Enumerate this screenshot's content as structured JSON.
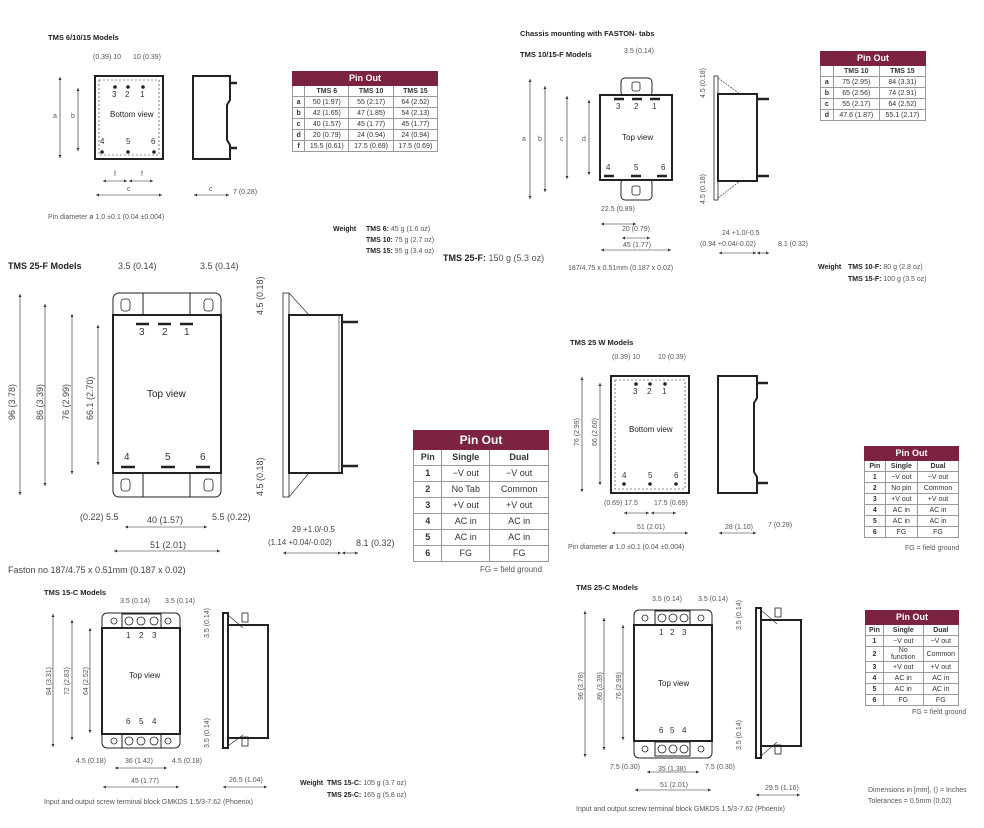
{
  "tms6": {
    "title": "TMS 6/10/15 Models",
    "view_label": "Bottom view",
    "pins_top": [
      "3",
      "2",
      "1"
    ],
    "pins_bottom": [
      "4",
      "5",
      "6"
    ],
    "dims": [
      "(0.39) 10",
      "10 (0.39)",
      "a",
      "b",
      "f",
      "f",
      "c",
      "c",
      "7 (0.28)"
    ],
    "pin_diameter": "Pin diameter ø 1.0 ±0.1 (0.04 ±0.004)"
  },
  "table1": {
    "header": "Pin Out",
    "columns": [
      "",
      "TMS 6",
      "TMS 10",
      "TMS 15"
    ],
    "rows": [
      [
        "a",
        "50 (1.97)",
        "55 (2.17)",
        "64 (2.52)"
      ],
      [
        "b",
        "42 (1.65)",
        "47 (1.85)",
        "54 (2.13)"
      ],
      [
        "c",
        "40 (1.57)",
        "45 (1.77)",
        "45 (1.77)"
      ],
      [
        "d",
        "20 (0.79)",
        "24 (0.94)",
        "24 (0.94)"
      ],
      [
        "f",
        "15.5 (0.61)",
        "17.5 (0.69)",
        "17.5 (0.69)"
      ]
    ]
  },
  "weight1": {
    "label": "Weight",
    "lines": [
      [
        "TMS 6:",
        "45 g (1.6 oz)"
      ],
      [
        "TMS 10:",
        "75 g (2.7 oz)"
      ],
      [
        "TMS 15:",
        "95 g (3.4 oz)"
      ]
    ]
  },
  "weight25f": {
    "model": "TMS 25-F:",
    "value": "150 g (5.3 oz)"
  },
  "chassis": {
    "heading": "Chassis mounting with FASTON- tabs",
    "title": "TMS 10/15-F Models",
    "view_label": "Top view",
    "pins_top": [
      "3",
      "2",
      "1"
    ],
    "pins_bottom": [
      "4",
      "5",
      "6"
    ],
    "dims": [
      "3.5 (0.14)",
      "a",
      "b",
      "c",
      "d",
      "22.5 (0.89)",
      "20 (0.79)",
      "45 (1.77)",
      "4.5 (0.18)",
      "4.5 (0.18)",
      "24 +1.0/-0.5",
      "(0.94 +0.04/-0.02)",
      "8.1 (0.32)"
    ],
    "faston": "187/4.75 x 0.51mm (0.187 x 0.02)"
  },
  "table2": {
    "header": "Pin Out",
    "columns": [
      "",
      "TMS 10",
      "TMS 15"
    ],
    "rows": [
      [
        "a",
        "75 (2.95)",
        "84 (3.31)"
      ],
      [
        "b",
        "65 (2.56)",
        "74 (2.91)"
      ],
      [
        "c",
        "55 (2.17)",
        "64 (2.52)"
      ],
      [
        "d",
        "47.6 (1.87)",
        "55.1 (2.17)"
      ]
    ]
  },
  "weight2": {
    "label": "Weight",
    "lines": [
      [
        "TMS 10-F:",
        "80 g (2.8 oz)"
      ],
      [
        "TMS 15-F:",
        "100 g (3.5 oz)"
      ]
    ]
  },
  "tms25f": {
    "title": "TMS 25-F Models",
    "view_label": "Top view",
    "pins_top": [
      "3",
      "2",
      "1"
    ],
    "pins_bottom": [
      "4",
      "5",
      "6"
    ],
    "dims": [
      "3.5 (0.14)",
      "3.5 (0.14)",
      "96 (3.78)",
      "86 (3.39)",
      "76 (2.99)",
      "66.1 (2.70)",
      "(0.22) 5.5",
      "40 (1.57)",
      "5.5 (0.22)",
      "51 (2.01)",
      "4.5 (0.18)",
      "4.5 (0.18)",
      "29 +1.0/-0.5",
      "(1.14 +0.04/-0.02)",
      "8.1 (0.32)"
    ],
    "faston": "Faston no 187/4.75 x 0.51mm (0.187 x 0.02)"
  },
  "table3": {
    "header": "Pin Out",
    "columns": [
      "Pin",
      "Single",
      "Dual"
    ],
    "rows": [
      [
        "1",
        "−V out",
        "−V out"
      ],
      [
        "2",
        "No Tab",
        "Common"
      ],
      [
        "3",
        "+V out",
        "+V out"
      ],
      [
        "4",
        "AC in",
        "AC in"
      ],
      [
        "5",
        "AC in",
        "AC in"
      ],
      [
        "6",
        "FG",
        "FG"
      ]
    ],
    "note": "FG = field ground"
  },
  "tms25w": {
    "title": "TMS 25 W Models",
    "view_label": "Bottom view",
    "pins_top": [
      "3",
      "2",
      "1"
    ],
    "pins_bottom": [
      "4",
      "5",
      "6"
    ],
    "dims": [
      "(0.39) 10",
      "10 (0.39)",
      "76 (2.99)",
      "66 (2.60)",
      "(0.69) 17.5",
      "17.5 (0.69)",
      "51 (2.01)",
      "28 (1.10)",
      "7 (0.28)"
    ],
    "pin_diameter": "Pin diameter ø 1.0 ±0.1 (0.04 ±0.004)"
  },
  "table4": {
    "header": "Pin Out",
    "columns": [
      "Pin",
      "Single",
      "Dual"
    ],
    "rows": [
      [
        "1",
        "−V out",
        "−V out"
      ],
      [
        "2",
        "No pin",
        "Common"
      ],
      [
        "3",
        "+V out",
        "+V out"
      ],
      [
        "4",
        "AC in",
        "AC in"
      ],
      [
        "5",
        "AC in",
        "AC in"
      ],
      [
        "6",
        "FG",
        "FG"
      ]
    ],
    "note": "FG = field ground"
  },
  "tms15c": {
    "title": "TMS 15-C Models",
    "view_label": "Top view",
    "pins_top": [
      "1",
      "2",
      "3"
    ],
    "pins_bottom": [
      "6",
      "5",
      "4"
    ],
    "dims": [
      "3.5 (0.14)",
      "3.5 (0.14)",
      "84 (3.31)",
      "72 (2.83)",
      "64 (2.52)",
      "4.5 (0.18)",
      "36 (1.42)",
      "4.5 (0.18)",
      "45 (1.77)",
      "3.5 (0.14)",
      "3.5 (0.14)",
      "26.5 (1.04)"
    ],
    "caption": "Input and output screw terminal block GMKDS 1.5/3-7.62 (Phoenix)"
  },
  "weight3": {
    "label": "Weight",
    "lines": [
      [
        "TMS 15-C:",
        "105 g (3.7 oz)"
      ],
      [
        "TMS 25-C:",
        "165 g (5.8 oz)"
      ]
    ]
  },
  "tms25c": {
    "title": "TMS 25-C Models",
    "view_label": "Top view",
    "pins_top": [
      "1",
      "2",
      "3"
    ],
    "pins_bottom": [
      "6",
      "5",
      "4"
    ],
    "dims": [
      "3.5 (0.14)",
      "3.5 (0.14)",
      "96 (3.78)",
      "86 (3.39)",
      "76 (2.99)",
      "7.5 (0.30)",
      "35 (1.38)",
      "7.5 (0.30)",
      "51 (2.01)",
      "3.5 (0.14)",
      "3.5 (0.14)",
      "29.5 (1.16)"
    ],
    "caption": "Input and output screw terminal block GMKDS 1.5/3-7.62 (Phoenix)"
  },
  "table5": {
    "header": "Pin Out",
    "columns": [
      "Pin",
      "Single",
      "Dual"
    ],
    "rows": [
      [
        "1",
        "−V out",
        "−V out"
      ],
      [
        "2",
        "No function",
        "Common"
      ],
      [
        "3",
        "+V out",
        "+V out"
      ],
      [
        "4",
        "AC in",
        "AC in"
      ],
      [
        "5",
        "AC in",
        "AC in"
      ],
      [
        "6",
        "FG",
        "FG"
      ]
    ],
    "note": "FG = field ground"
  },
  "notes": {
    "dimensions": "Dimensions in [mm], () = Inches",
    "tolerances": "Tolerances = 0.5mm (0.02)"
  },
  "colors": {
    "table_header": "#7b2340"
  }
}
